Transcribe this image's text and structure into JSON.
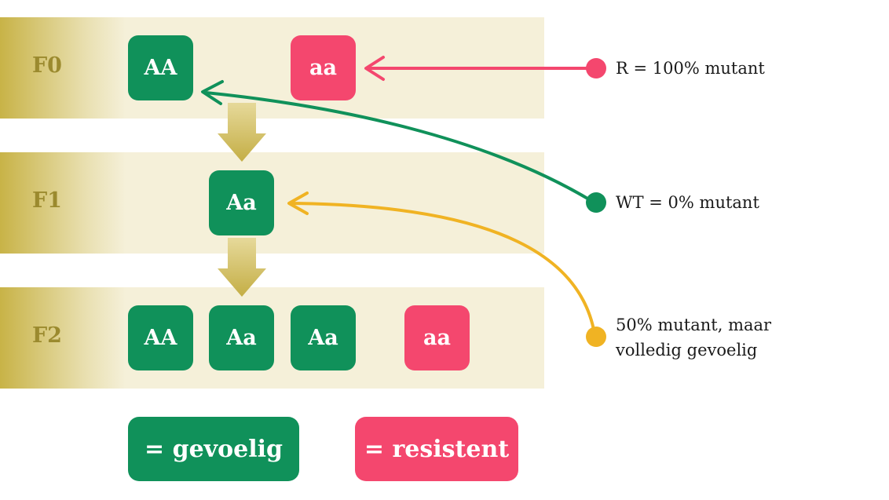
{
  "generations": [
    {
      "label": "F0",
      "genotypes": [
        "AA",
        "aa"
      ]
    },
    {
      "label": "F1",
      "genotypes": [
        "Aa"
      ]
    },
    {
      "label": "F2",
      "genotypes": [
        "AA",
        "Aa",
        "Aa",
        "aa"
      ]
    }
  ],
  "annotations": {
    "resistant": "R = 100% mutant",
    "wildtype": "WT = 0% mutant",
    "heterozygous_line1": "50% mutant, maar",
    "heterozygous_line2": "volledig gevoelig"
  },
  "legend": {
    "sensitive": "= gevoelig",
    "resistant": "= resistent"
  },
  "colors": {
    "sensitive": "#10915a",
    "resistant": "#f4476e",
    "heterozygous_marker": "#f0b323",
    "generation_arrow": "#cfbc5c",
    "band": "#f5f0d9"
  }
}
